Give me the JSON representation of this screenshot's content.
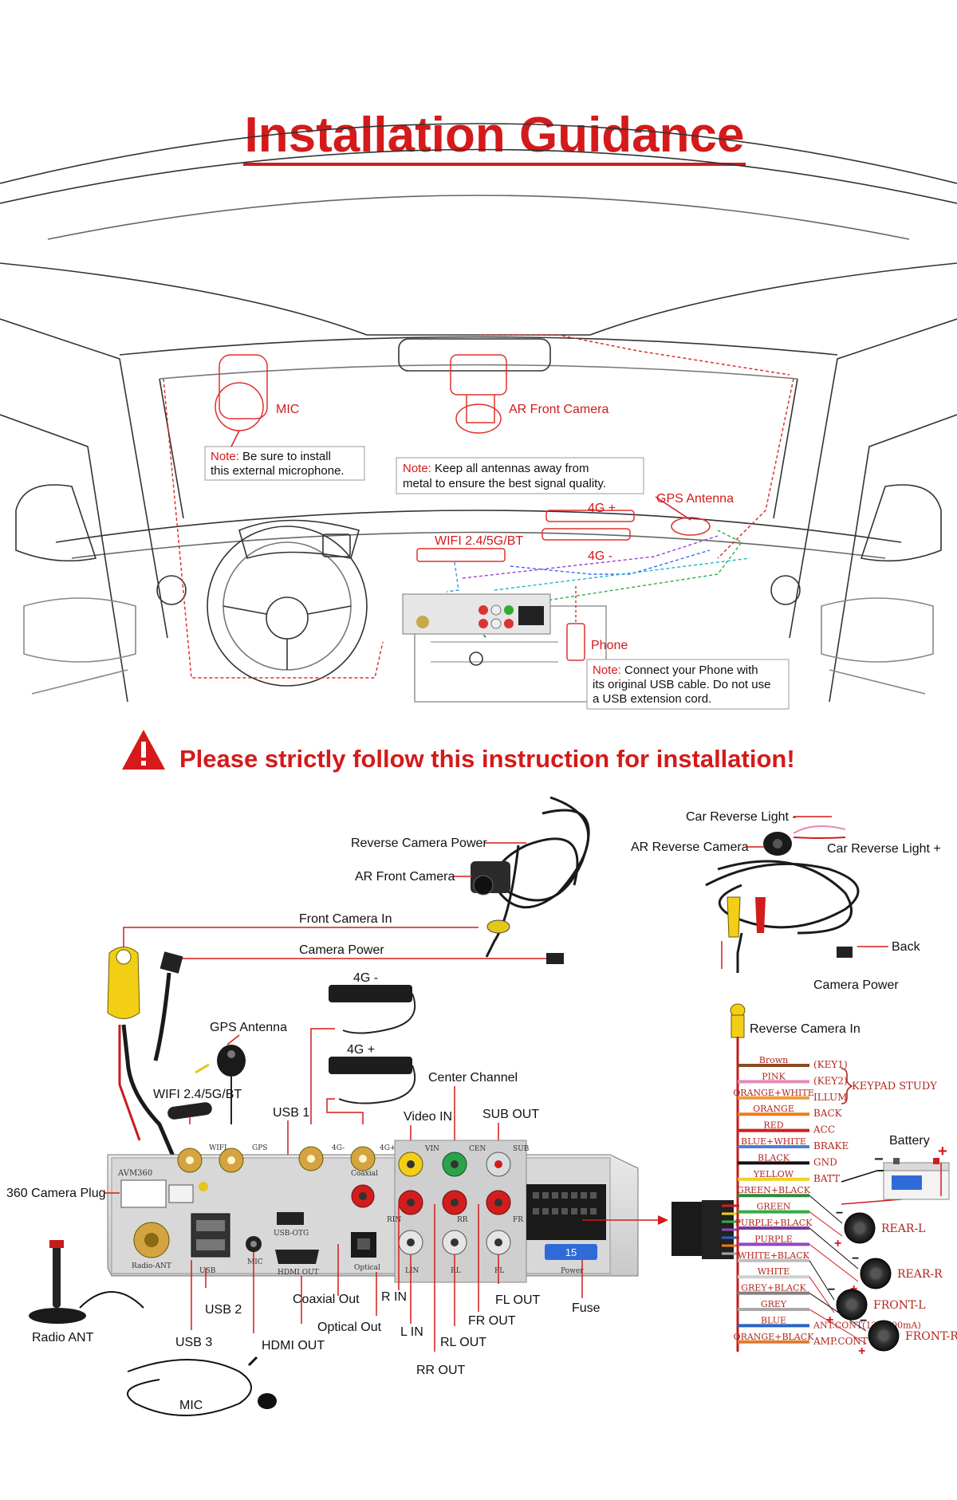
{
  "title": "Installation Guidance",
  "warning": "Please strictly follow this instruction for installation!",
  "car": {
    "mic": "MIC",
    "ar_front_camera": "AR Front Camera",
    "note_label": "Note:",
    "mic_note": " Be sure to install",
    "mic_note2": "this external microphone.",
    "antenna_note": " Keep all antennas away from",
    "antenna_note2": "metal to ensure the best signal quality.",
    "gps_antenna": "GPS Antenna",
    "g4_plus": "4G +",
    "g4_minus": "4G -",
    "wifi": "WIFI 2.4/5G/BT",
    "phone": "Phone",
    "phone_note": " Connect your Phone with",
    "phone_note2": "its original USB cable. Do not use",
    "phone_note3": "a USB extension cord."
  },
  "wiring": {
    "reverse_camera_power": "Reverse Camera Power",
    "ar_front_camera": "AR Front Camera",
    "front_camera_in": "Front Camera In",
    "camera_power": "Camera Power",
    "g4_minus": "4G -",
    "g4_plus": "4G +",
    "gps_antenna": "GPS Antenna",
    "wifi": "WIFI 2.4/5G/BT",
    "usb1": "USB 1",
    "center_channel": "Center Channel",
    "video_in": "Video IN",
    "sub_out": "SUB OUT",
    "camera_plug_360": "360 Camera Plug",
    "radio_ant": "Radio ANT",
    "usb2": "USB 2",
    "usb3": "USB 3",
    "hdmi_out": "HDMI OUT",
    "coaxial_out": "Coaxial Out",
    "optical_out": "Optical Out",
    "r_in": "R IN",
    "l_in": "L IN",
    "rl_out": "RL OUT",
    "rr_out": "RR OUT",
    "fr_out": "FR OUT",
    "fl_out": "FL OUT",
    "fuse": "Fuse",
    "mic": "MIC",
    "car_reverse_light_minus": "Car Reverse Light -",
    "car_reverse_light_plus": "Car Reverse Light +",
    "ar_reverse_camera": "AR Reverse Camera",
    "back": "Back",
    "camera_power2": "Camera Power",
    "reverse_camera_in": "Reverse Camera In",
    "battery": "Battery"
  },
  "unit_ports": {
    "avm360": "AVM360",
    "wifi": "WIFI",
    "gps": "GPS",
    "g4m": "4G-",
    "g4p": "4G+",
    "coaxial": "Coaxial",
    "vin": "VIN",
    "cen": "CEN",
    "sub": "SUB",
    "rin": "RIN",
    "rr": "RR",
    "fr": "FR",
    "lin": "LIN",
    "rl": "RL",
    "fl": "FL",
    "radio_ant": "Radio-ANT",
    "usb": "USB",
    "mic": "MIC",
    "usb_otg": "USB-OTG",
    "hdmi": "HDMI OUT",
    "optical": "Optical",
    "power": "Power",
    "fuse_value": "15"
  },
  "harness": [
    {
      "wire": "Brown",
      "color": "#8b4a1e",
      "func": "(KEY1)"
    },
    {
      "wire": "PINK",
      "color": "#e58ab8",
      "func": "(KEY2)"
    },
    {
      "wire": "ORANGE+WHITE",
      "color": "#f29a3c",
      "func": "ILLUM"
    },
    {
      "wire": "ORANGE",
      "color": "#f07c1a",
      "func": "BACK"
    },
    {
      "wire": "RED",
      "color": "#d21d1d",
      "func": "ACC"
    },
    {
      "wire": "BLUE+WHITE",
      "color": "#4a7fd6",
      "func": "BRAKE"
    },
    {
      "wire": "BLACK",
      "color": "#111111",
      "func": "GND"
    },
    {
      "wire": "YELLOW",
      "color": "#f3d11a",
      "func": "BATT"
    },
    {
      "wire": "GREEN+BLACK",
      "color": "#2a8b3c",
      "func": ""
    },
    {
      "wire": "GREEN",
      "color": "#2fae45",
      "func": ""
    },
    {
      "wire": "PURPLE+BLACK",
      "color": "#7b3a9c",
      "func": ""
    },
    {
      "wire": "PURPLE",
      "color": "#9646c2",
      "func": ""
    },
    {
      "wire": "WHITE+BLACK",
      "color": "#bdbdbd",
      "func": ""
    },
    {
      "wire": "WHITE",
      "color": "#e8e8e8",
      "func": ""
    },
    {
      "wire": "GREY+BLACK",
      "color": "#808080",
      "func": ""
    },
    {
      "wire": "GREY",
      "color": "#a8a8a8",
      "func": ""
    },
    {
      "wire": "BLUE",
      "color": "#2b63c7",
      "func": "ANT.CONT(12V/500mA)"
    },
    {
      "wire": "ORANGE+BLACK",
      "color": "#e07a2c",
      "func": "AMP.CONT"
    }
  ],
  "keypad_study": "KEYPAD STUDY",
  "speakers": [
    "REAR-L",
    "REAR-R",
    "FRONT-L",
    "FRONT-R"
  ],
  "colors": {
    "accent_red": "#d41a1a",
    "line": "#222222"
  }
}
